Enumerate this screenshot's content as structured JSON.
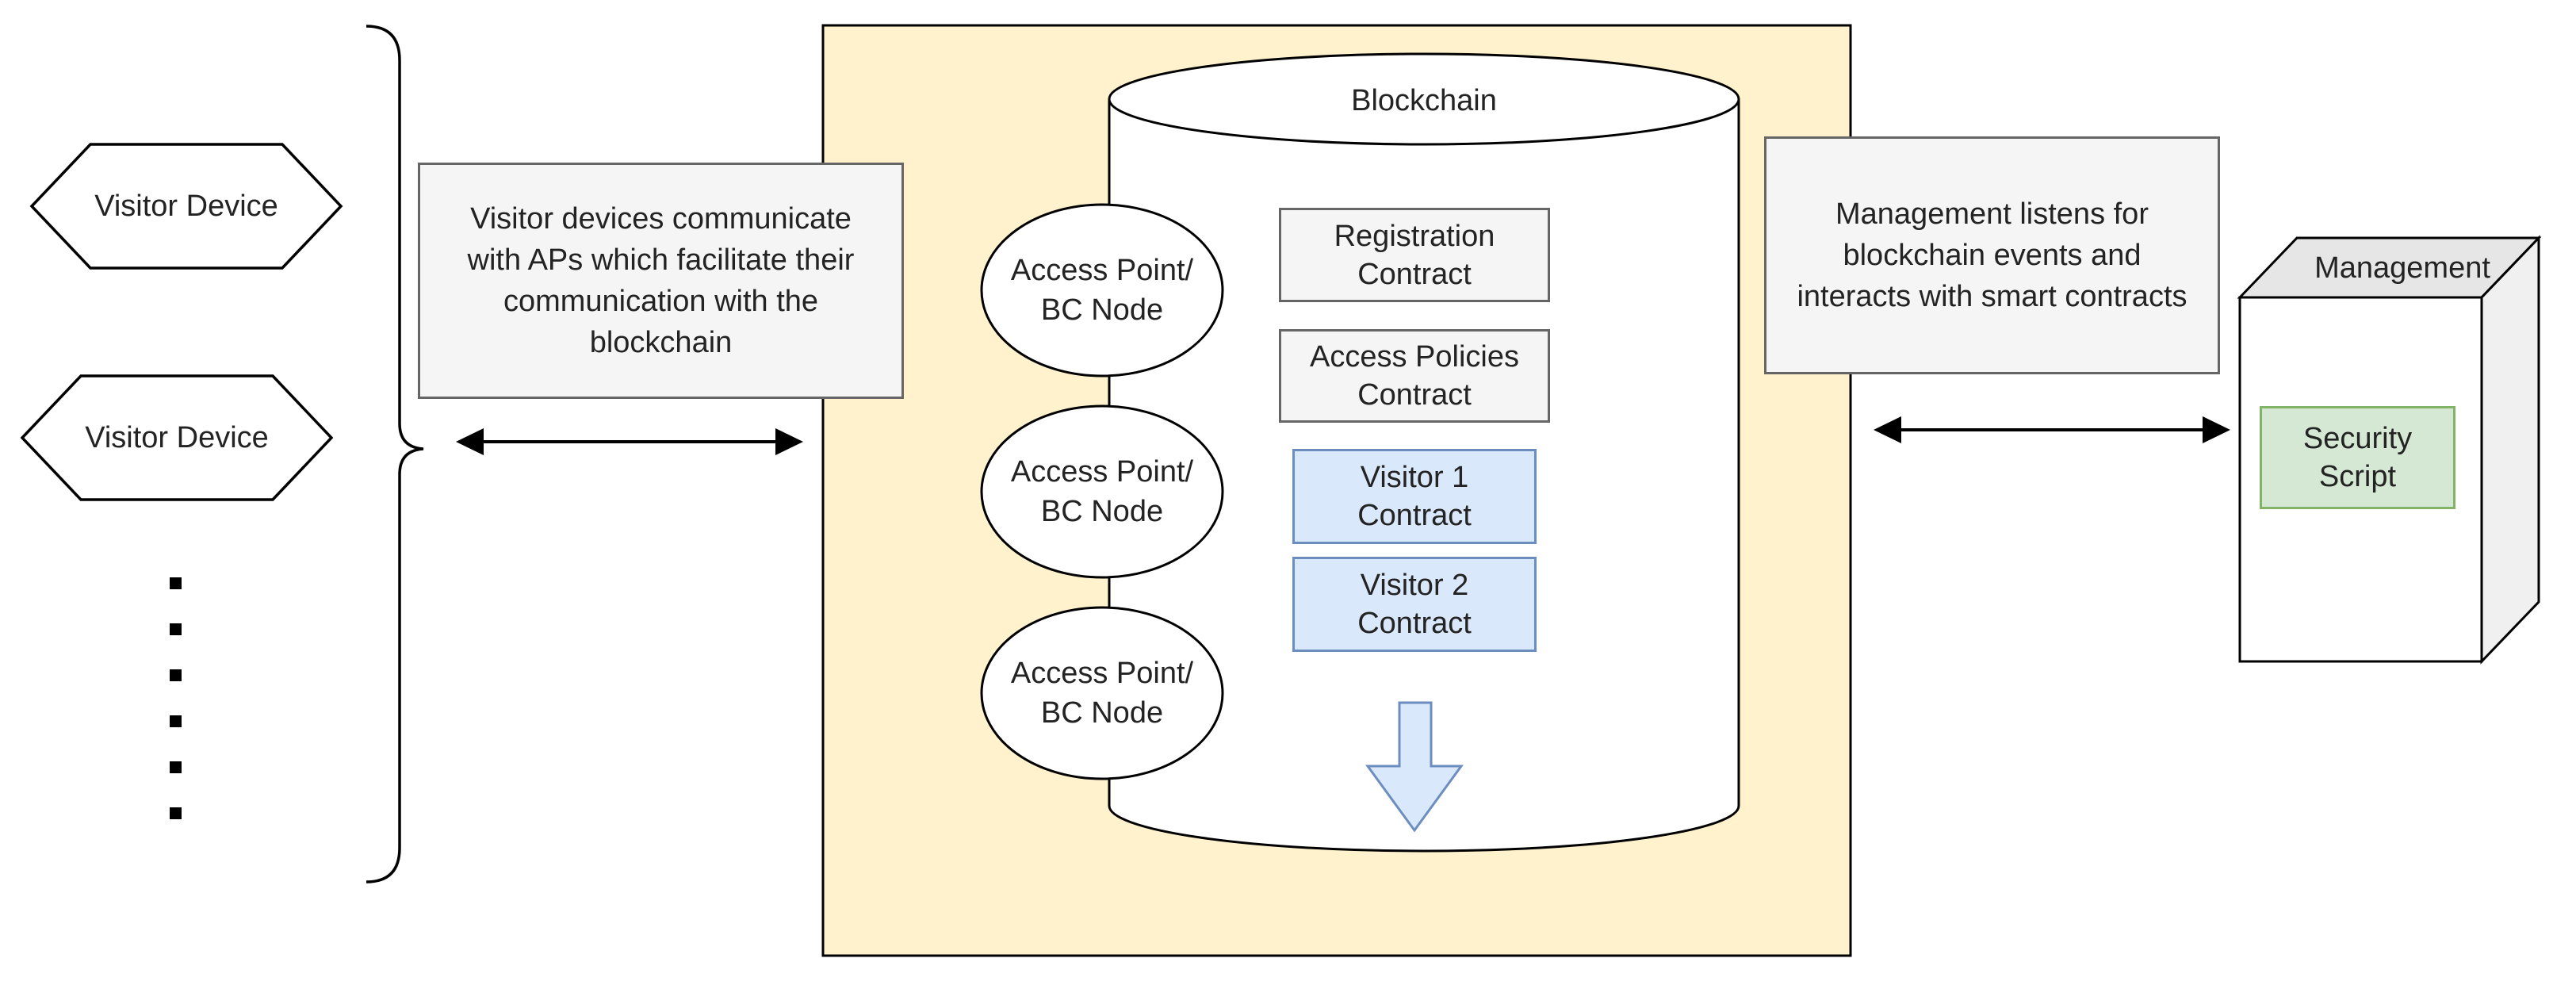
{
  "visitor_section": {
    "devices": [
      {
        "label": "Visitor Device"
      },
      {
        "label": "Visitor Device"
      }
    ],
    "info_box_lines": [
      "Visitor devices communicate",
      "with APs which facilitate their",
      "communication with the",
      "blockchain"
    ]
  },
  "blockchain_panel": {
    "cylinder_title": "Blockchain",
    "nodes": [
      {
        "line1": "Access Point/",
        "line2": "BC Node"
      },
      {
        "line1": "Access Point/",
        "line2": "BC Node"
      },
      {
        "line1": "Access Point/",
        "line2": "BC Node"
      }
    ],
    "contracts": [
      {
        "line1": "Registration",
        "line2": "Contract",
        "style": "gray"
      },
      {
        "line1": "Access Policies",
        "line2": "Contract",
        "style": "gray"
      },
      {
        "line1": "Visitor 1",
        "line2": "Contract",
        "style": "blue"
      },
      {
        "line1": "Visitor 2",
        "line2": "Contract",
        "style": "blue"
      }
    ]
  },
  "management_section": {
    "info_box_lines": [
      "Management listens for",
      "blockchain events and",
      "interacts with smart contracts"
    ],
    "cube_label": "Management",
    "script_box": {
      "line1": "Security",
      "line2": "Script"
    }
  },
  "colors": {
    "panel_yellow": "#fff2cc",
    "box_gray_fill": "#f5f5f5",
    "box_gray_border": "#666666",
    "box_blue_fill": "#dae8fc",
    "box_blue_border": "#6c8ebf",
    "box_green_fill": "#d5e8d4",
    "box_green_border": "#82b366",
    "stroke_black": "#000000"
  }
}
